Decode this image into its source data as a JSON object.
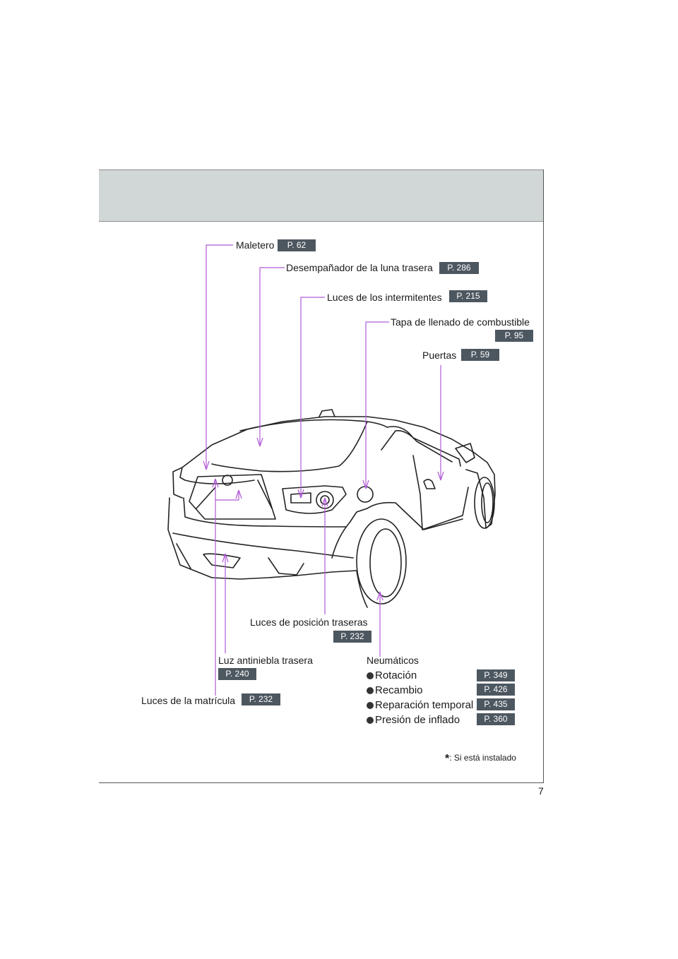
{
  "page_number": "7",
  "callouts": {
    "maletero": {
      "label": "Maletero",
      "page": "P. 62"
    },
    "desempanador": {
      "label": "Desempañador de la luna trasera",
      "page": "P. 286"
    },
    "intermitentes": {
      "label": "Luces de los intermitentes",
      "page": "P. 215"
    },
    "combustible": {
      "label": "Tapa de llenado de combustible",
      "page": "P. 95"
    },
    "puertas": {
      "label": "Puertas",
      "page": "P. 59"
    },
    "posicion": {
      "label": "Luces de posición traseras",
      "page": "P. 232"
    },
    "antiniebla": {
      "label": "Luz antiniebla trasera",
      "page": "P. 240"
    },
    "matricula": {
      "label": "Luces de la matrícula",
      "page": "P. 232"
    },
    "neumaticos": {
      "label": "Neumáticos",
      "items": [
        {
          "label": "Rotación",
          "page": "P. 349"
        },
        {
          "label": "Recambio",
          "page": "P. 426"
        },
        {
          "label": "Reparación temporal",
          "page": "P. 435"
        },
        {
          "label": "Presión de inflado",
          "page": "P. 360"
        }
      ]
    }
  },
  "footnote": {
    "symbol": "*",
    "text": ": Si está instalado"
  },
  "colors": {
    "leader_line": "#b05ad6",
    "badge_bg": "#4d5760",
    "header_band": "#d1d6d7"
  }
}
